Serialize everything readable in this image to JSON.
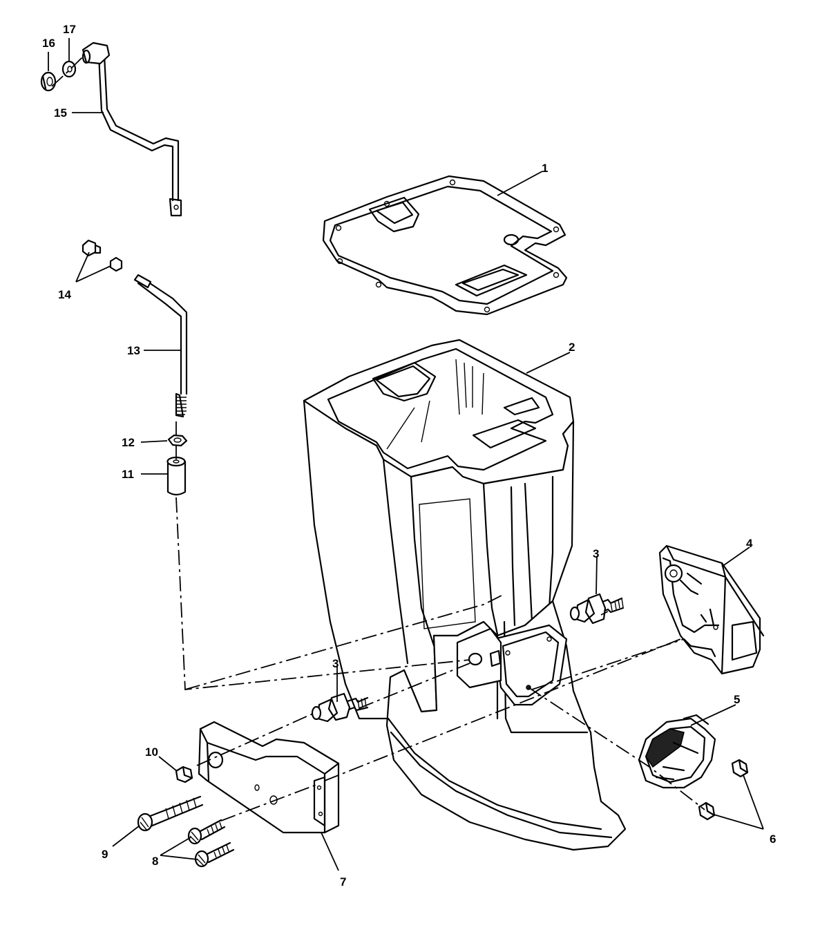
{
  "callouts": [
    {
      "id": "1",
      "label": "1"
    },
    {
      "id": "2",
      "label": "2"
    },
    {
      "id": "3a",
      "label": "3"
    },
    {
      "id": "3b",
      "label": "3"
    },
    {
      "id": "4",
      "label": "4"
    },
    {
      "id": "5",
      "label": "5"
    },
    {
      "id": "6",
      "label": "6"
    },
    {
      "id": "7",
      "label": "7"
    },
    {
      "id": "8",
      "label": "8"
    },
    {
      "id": "9",
      "label": "9"
    },
    {
      "id": "10",
      "label": "10"
    },
    {
      "id": "11",
      "label": "11"
    },
    {
      "id": "12",
      "label": "12"
    },
    {
      "id": "13",
      "label": "13"
    },
    {
      "id": "14",
      "label": "14"
    },
    {
      "id": "15",
      "label": "15"
    },
    {
      "id": "16",
      "label": "16"
    },
    {
      "id": "17",
      "label": "17"
    }
  ]
}
